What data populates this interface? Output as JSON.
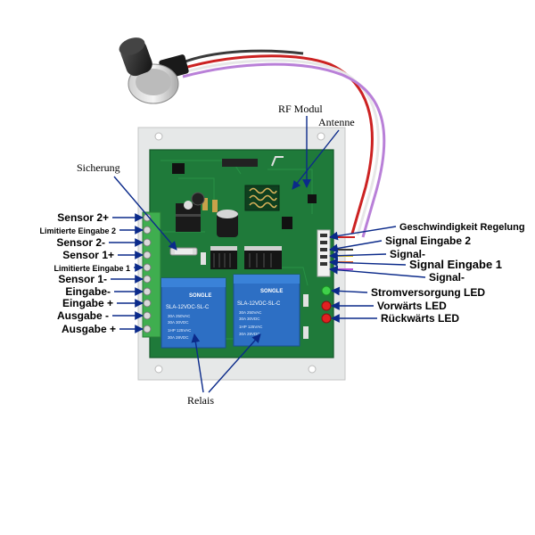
{
  "labels_left": [
    {
      "id": "sensor-2-plus",
      "text": "Sensor 2+"
    },
    {
      "id": "limit-input-2",
      "text": "Limitierte Eingabe 2"
    },
    {
      "id": "sensor-2-minus",
      "text": "Sensor 2-"
    },
    {
      "id": "sensor-1-plus",
      "text": "Sensor 1+"
    },
    {
      "id": "limit-input-1",
      "text": "Limitierte Eingabe 1"
    },
    {
      "id": "sensor-1-minus",
      "text": "Sensor 1-"
    },
    {
      "id": "input-minus",
      "text": "Eingabe-"
    },
    {
      "id": "input-plus",
      "text": "Eingabe +"
    },
    {
      "id": "output-minus",
      "text": "Ausgabe -"
    },
    {
      "id": "output-plus",
      "text": "Ausgabe +"
    }
  ],
  "labels_right": [
    {
      "id": "speed-control",
      "text": "Geschwindigkeit Regelung"
    },
    {
      "id": "signal-input-2",
      "text": "Signal Eingabe 2"
    },
    {
      "id": "signal-minus-a",
      "text": "Signal-"
    },
    {
      "id": "signal-input-1",
      "text": "Signal Eingabe 1"
    },
    {
      "id": "signal-minus-b",
      "text": "Signal-"
    },
    {
      "id": "power-led",
      "text": "Stromversorgung LED"
    },
    {
      "id": "forward-led",
      "text": "Vorwärts LED"
    },
    {
      "id": "reverse-led",
      "text": "Rückwärts LED"
    }
  ],
  "labels_top": {
    "rf_module": "RF Modul",
    "antenna": "Antenne",
    "fuse": "Sicherung"
  },
  "labels_bottom": {
    "relays": "Relais"
  },
  "relay_text": {
    "brand": "SONGLE",
    "model": "SLA-12VDC-SL-C",
    "spec1": "30A 250VAC",
    "spec2": "30A 30VDC",
    "spec3": "1HP 125VAC",
    "spec4": "30A 28VDC"
  },
  "colors": {
    "pcb": "#1f7a3a",
    "arrow": "#0b2a8a",
    "relay": "#2d6fc4",
    "terminal": "#3fae4f"
  }
}
